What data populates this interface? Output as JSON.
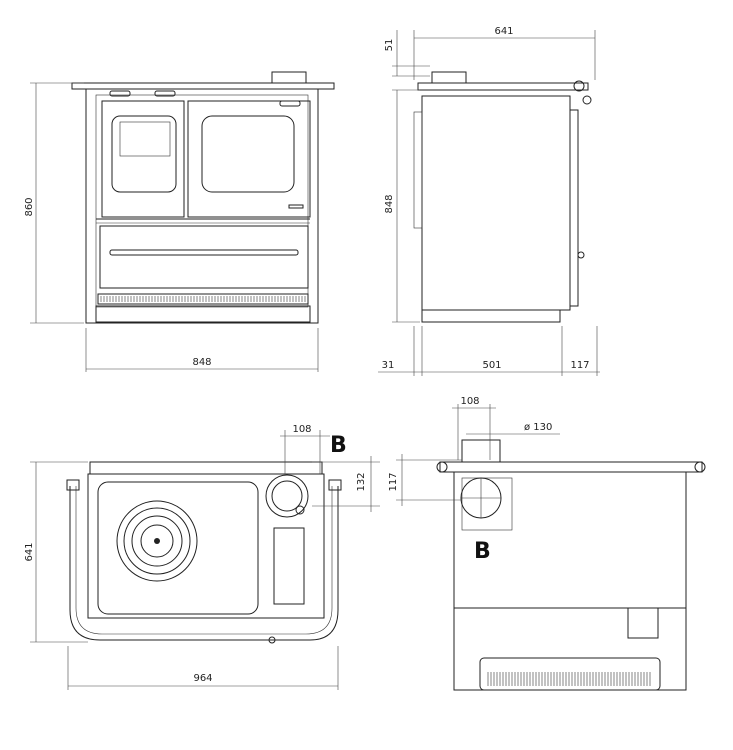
{
  "dimensions": {
    "front_height": "860",
    "front_width": "848",
    "side_top_width": "641",
    "side_top_offset": "51",
    "side_height": "848",
    "side_bottom_left": "31",
    "side_bottom_mid": "501",
    "side_bottom_right": "117",
    "plan_flue_width": "108",
    "plan_flue_offset": "132",
    "plan_depth": "641",
    "plan_width": "964",
    "rear_flue_width": "108",
    "rear_flue_diameter": "ø 130",
    "rear_flue_height": "117"
  },
  "labels": {
    "outlet_plan": "B",
    "outlet_rear": "B"
  }
}
